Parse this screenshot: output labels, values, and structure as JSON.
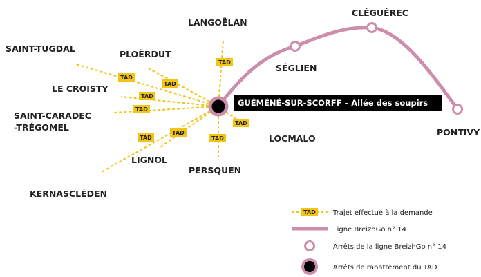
{
  "colors": {
    "line": "#cc8eaa",
    "tad": "#f2c418",
    "hub_fill": "#000000",
    "label_bg": "#000000",
    "text": "#222222"
  },
  "tad_label": "TAD",
  "hub": {
    "label": "GUÉMÉNÉ-SUR-SCORFF – Allée des soupirs"
  },
  "line_stops": [
    "SÉGLIEN",
    "CLÉGUÉREC",
    "PONTIVY"
  ],
  "tad_destinations": [
    "LANGOËLAN",
    "PLOËRDUT",
    "SAINT-TUGDAL",
    "LE CROISTY",
    "SAINT-CARADEC",
    "-TRÉGOMEL",
    "KERNASCLÉDEN",
    "LIGNOL",
    "PERSQUEN",
    "LOCMALO"
  ],
  "legend": {
    "tad_route": "Trajet effectué à la demande",
    "line": "Ligne BreizhGo n° 14",
    "line_stops": "Arrêts de la ligne BreizhGo n° 14",
    "hub_stops": "Arrêts de rabattement du TAD"
  }
}
